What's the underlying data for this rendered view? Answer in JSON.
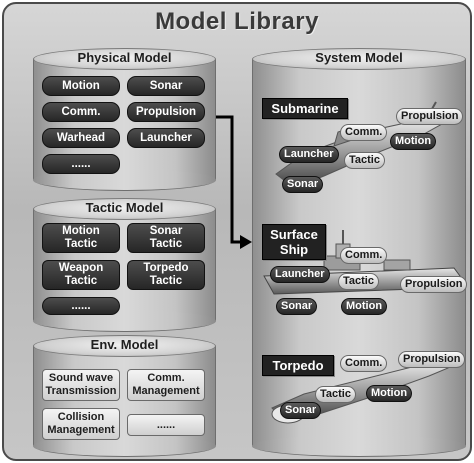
{
  "title": "Model Library",
  "physical_model": {
    "title": "Physical Model",
    "items": [
      "Motion",
      "Sonar",
      "Comm.",
      "Propulsion",
      "Warhead",
      "Launcher",
      "......"
    ]
  },
  "tactic_model": {
    "title": "Tactic Model",
    "items": [
      {
        "line1": "Motion",
        "line2": "Tactic"
      },
      {
        "line1": "Sonar",
        "line2": "Tactic"
      },
      {
        "line1": "Weapon",
        "line2": "Tactic"
      },
      {
        "line1": "Torpedo",
        "line2": "Tactic"
      },
      {
        "line1": "......",
        "line2": ""
      }
    ]
  },
  "env_model": {
    "title": "Env. Model",
    "items": [
      {
        "line1": "Sound wave",
        "line2": "Transmission"
      },
      {
        "line1": "Comm.",
        "line2": "Management"
      },
      {
        "line1": "Collision",
        "line2": "Management"
      },
      {
        "line1": "......",
        "line2": ""
      }
    ]
  },
  "system_model": {
    "title": "System Model",
    "submarine": {
      "label": "Submarine",
      "components": [
        "Propulsion",
        "Comm.",
        "Launcher",
        "Motion",
        "Tactic",
        "Sonar"
      ]
    },
    "surface_ship": {
      "label_line1": "Surface",
      "label_line2": "Ship",
      "components": [
        "Comm.",
        "Launcher",
        "Tactic",
        "Propulsion",
        "Sonar",
        "Motion"
      ]
    },
    "torpedo": {
      "label": "Torpedo",
      "components": [
        "Comm.",
        "Propulsion",
        "Motion",
        "Tactic",
        "Sonar"
      ]
    }
  }
}
